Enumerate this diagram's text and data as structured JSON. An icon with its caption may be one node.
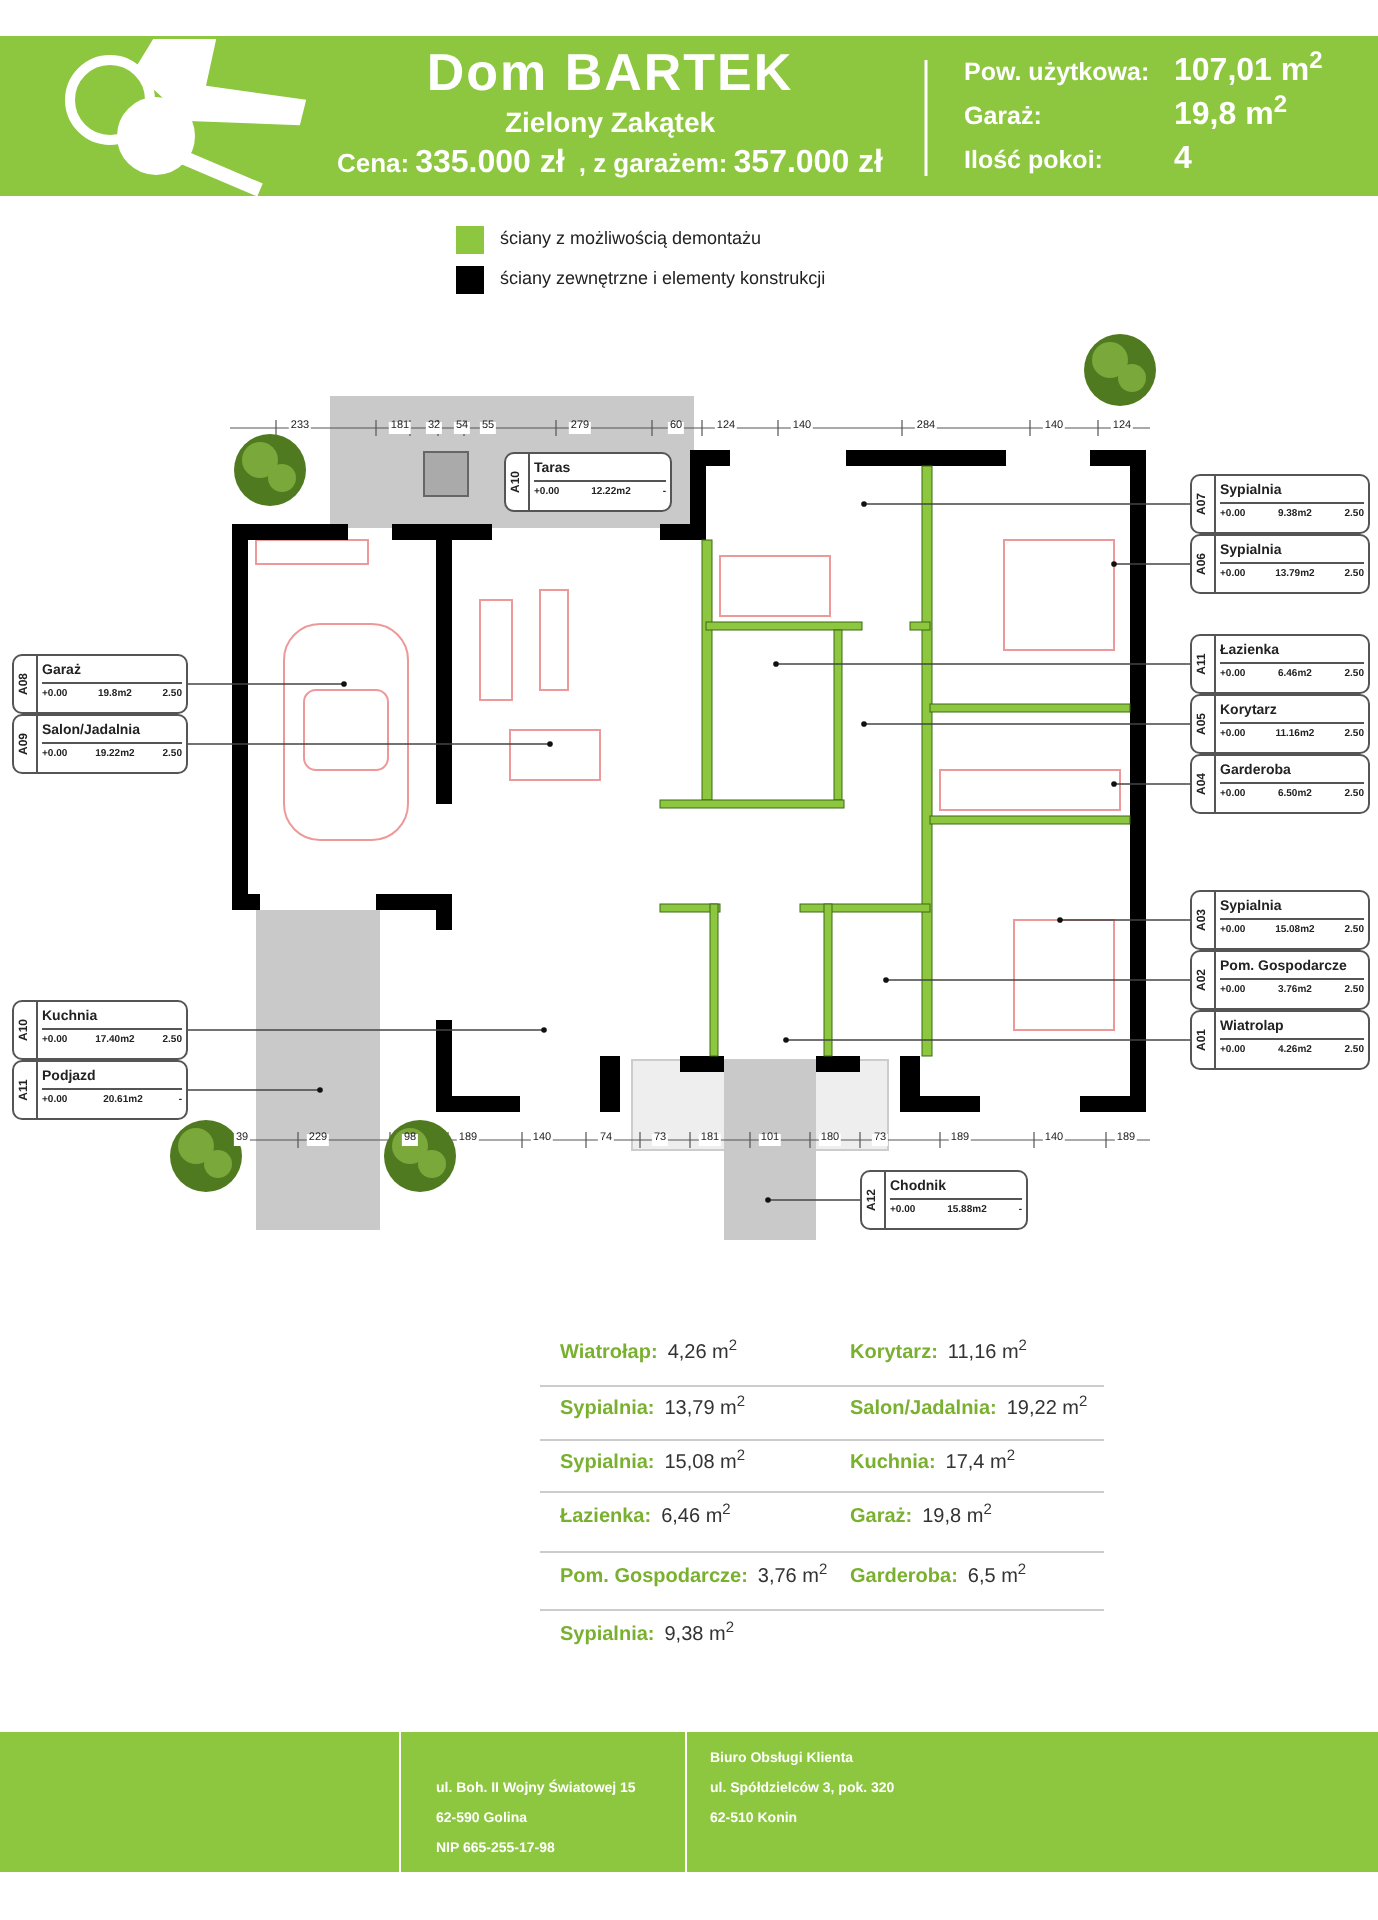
{
  "diagram": {
    "title": "Dom BARTEK",
    "nodes": [
      {
        "text": [
          "A10",
          "Taras",
          "+0.00",
          "12.22m2",
          "-"
        ]
      },
      {
        "text": [
          "A07",
          "Sypialnia",
          "+0.00",
          "9.38m2",
          "2.50"
        ]
      },
      {
        "text": [
          "A06",
          "Sypialnia",
          "+0.00",
          "13.79m2",
          "2.50"
        ]
      },
      {
        "text": [
          "A08",
          "Garaż",
          "+0.00",
          "19.8m2",
          "2.50"
        ]
      },
      {
        "text": [
          "A11",
          "Łazienka",
          "+0.00",
          "6.46m2",
          "2.50"
        ]
      },
      {
        "text": [
          "A05",
          "Korytarz",
          "+0.00",
          "11.16m2",
          "2.50"
        ]
      },
      {
        "text": [
          "A09",
          "Salon/Jadalnia",
          "+0.00",
          "19.22m2",
          "2.50"
        ]
      },
      {
        "text": [
          "A04",
          "Garderoba",
          "+0.00",
          "6.50m2",
          "2.50"
        ]
      },
      {
        "text": [
          "A03",
          "Sypialnia",
          "+0.00",
          "15.08m2",
          "2.50"
        ]
      },
      {
        "text": [
          "A02",
          "Pom. Gospodarcze",
          "+0.00",
          "3.76m2",
          "2.50"
        ]
      },
      {
        "text": [
          "A10",
          "Kuchnia",
          "+0.00",
          "17.40m2",
          "2.50"
        ]
      },
      {
        "text": [
          "A01",
          "Wiatrolap",
          "+0.00",
          "4.26m2",
          "2.50"
        ]
      },
      {
        "text": [
          "A11",
          "Podjazd",
          "+0.00",
          "20.61m2",
          "-"
        ]
      },
      {
        "text": [
          "A12",
          "Chodnik",
          "+0.00",
          "15.88m2",
          "-"
        ]
      }
    ],
    "edges": [
      {
        "from": 1,
        "to": null,
        "arrow": "other"
      },
      {
        "from": 2,
        "to": null,
        "arrow": "other"
      },
      {
        "from": 3,
        "to": null,
        "arrow": "other"
      },
      {
        "from": 4,
        "to": null,
        "arrow": "other"
      },
      {
        "from": 5,
        "to": null,
        "arrow": "other"
      },
      {
        "from": 6,
        "to": null,
        "arrow": "other"
      },
      {
        "from": 7,
        "to": null,
        "arrow": "other"
      },
      {
        "from": 8,
        "to": null,
        "arrow": "other"
      },
      {
        "from": 9,
        "to": null,
        "arrow": "other"
      },
      {
        "from": 10,
        "to": null,
        "arrow": "other"
      },
      {
        "from": 11,
        "to": null,
        "arrow": "other"
      },
      {
        "from": 12,
        "to": null,
        "arrow": "other"
      },
      {
        "from": 13,
        "to": null,
        "arrow": "other"
      }
    ],
    "labels": [
      "Zielony Zakątek",
      "Cena:",
      "335.000 zł",
      ", z garażem:",
      "357.000 zł",
      "Pow. użytkowa:",
      "107,01 m$^{2}$",
      "Garaż:",
      "19,8 m$^{2}$",
      "Ilość pokoi:",
      "4",
      "233",
      "181",
      "32",
      "54",
      "55",
      "279",
      "60",
      "124",
      "140",
      "284",
      "140",
      "124",
      "39",
      "229",
      "98",
      "189",
      "140",
      "74",
      "73",
      "181",
      "101",
      "180",
      "73",
      "189",
      "140",
      "189",
      "Wiatrołap:",
      "4,26 m$^{2}$",
      "Korytarz:",
      "11,16 m$^{2}$",
      "Sypialnia:",
      "13,79 m$^{2}$",
      "Salon/Jadalnia:",
      "19,22 m$^{2}$",
      "Sypialnia:",
      "15,08 m$^{2}$",
      "Kuchnia:",
      "17,4 m$^{2}$",
      "Łazienka:",
      "6,46 m$^{2}$",
      "Garaż:",
      "19,8 m$^{2}$",
      "Pom. Gospodarcze:",
      "3,76 m$^{2}$",
      "Garderoba:",
      "6,5 m$^{2}$",
      "Sypialnia:",
      "9,38 m$^{2}$",
      "ul. Boh. II Wojny Światowej 15",
      "62-590 Golina",
      "NIP 665-255-17-98",
      "Biuro Obsługi Klienta",
      "ul. Spółdzielców 3, pok. 320",
      "62-510 Konin"
    ],
    "legend": [
      {
        "text": "ściany z możliwością demontażu",
        "color": "#8dc63f"
      },
      {
        "text": "ściany zewnętrzne i elementy konstrukcji",
        "color": "#000000"
      }
    ]
  }
}
